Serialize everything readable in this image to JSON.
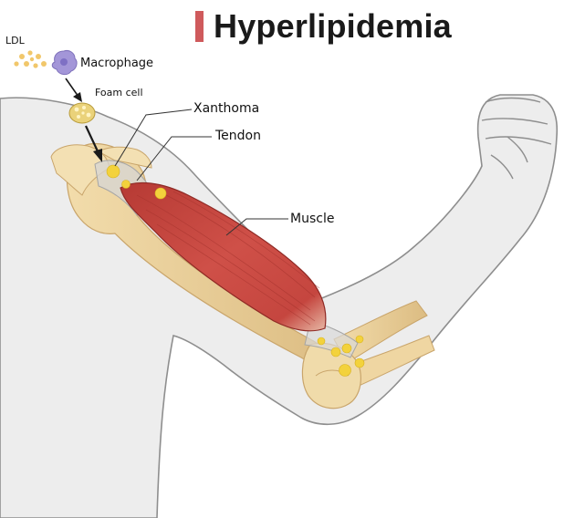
{
  "title": "Hyperlipidemia",
  "colors": {
    "accent": "#cf5a5c",
    "skin": "#ededed",
    "skin_outline": "#8e8e8e",
    "bone": "#efd8a6",
    "bone_shade": "#d9b87a",
    "muscle": "#c4473f",
    "muscle_dark": "#9e2f2a",
    "lipid": "#f3d23c",
    "macrophage": "#a396d8"
  },
  "labels": {
    "ldl": "LDL",
    "macrophage": "Macrophage",
    "foam_cell": "Foam cell",
    "xanthoma": "Xanthoma",
    "tendon": "Tendon",
    "muscle": "Muscle"
  }
}
